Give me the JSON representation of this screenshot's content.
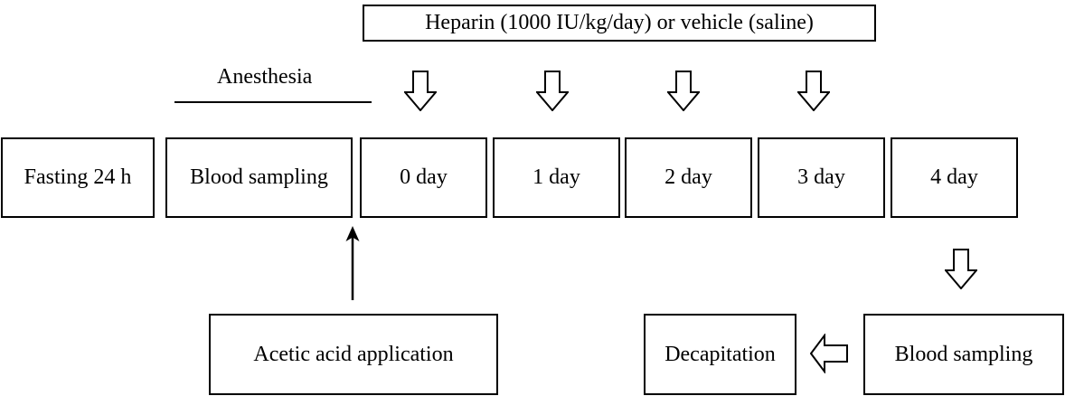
{
  "diagram": {
    "title_semantic": "heparin-treatment-experimental-timeline",
    "heparin_label": "Heparin (1000 IU/kg/day) or vehicle (saline)",
    "anesthesia_label": "Anesthesia",
    "timeline": [
      "Fasting 24 h",
      "Blood sampling",
      "0 day",
      "1 day",
      "2 day",
      "3 day",
      "4 day"
    ],
    "acetic_label": "Acetic acid application",
    "decapitation_label": "Decapitation",
    "final_blood_sampling_label": "Blood sampling",
    "colors": {
      "stroke": "#000000",
      "background": "#ffffff",
      "text": "#000000"
    },
    "icons": {
      "down_block_arrow": "hollow block arrow pointing down",
      "left_block_arrow": "hollow block arrow pointing left",
      "up_line_arrow": "thin line arrow pointing up"
    }
  }
}
